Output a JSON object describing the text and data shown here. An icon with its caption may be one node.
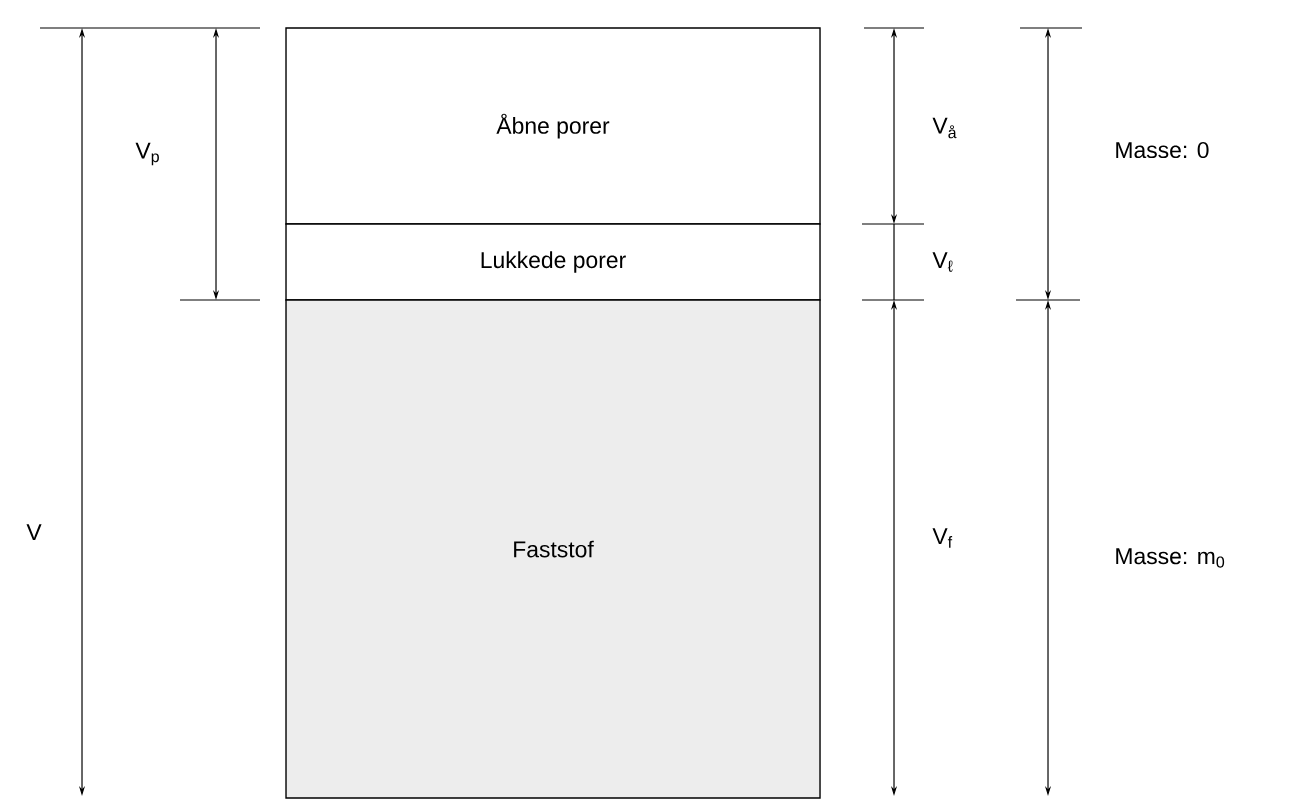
{
  "diagram": {
    "nodes": [
      {
        "text": [
          "Åbne porer"
        ]
      },
      {
        "text": [
          "Lukkede porer"
        ]
      },
      {
        "text": [
          "Faststof"
        ]
      }
    ],
    "labels": [
      "V$_{p}$",
      "V",
      "V$_{å}$",
      "V$_{ℓ}$",
      "V$_{f}$",
      "Masse: 0",
      "Masse: m$_{0}$"
    ]
  }
}
